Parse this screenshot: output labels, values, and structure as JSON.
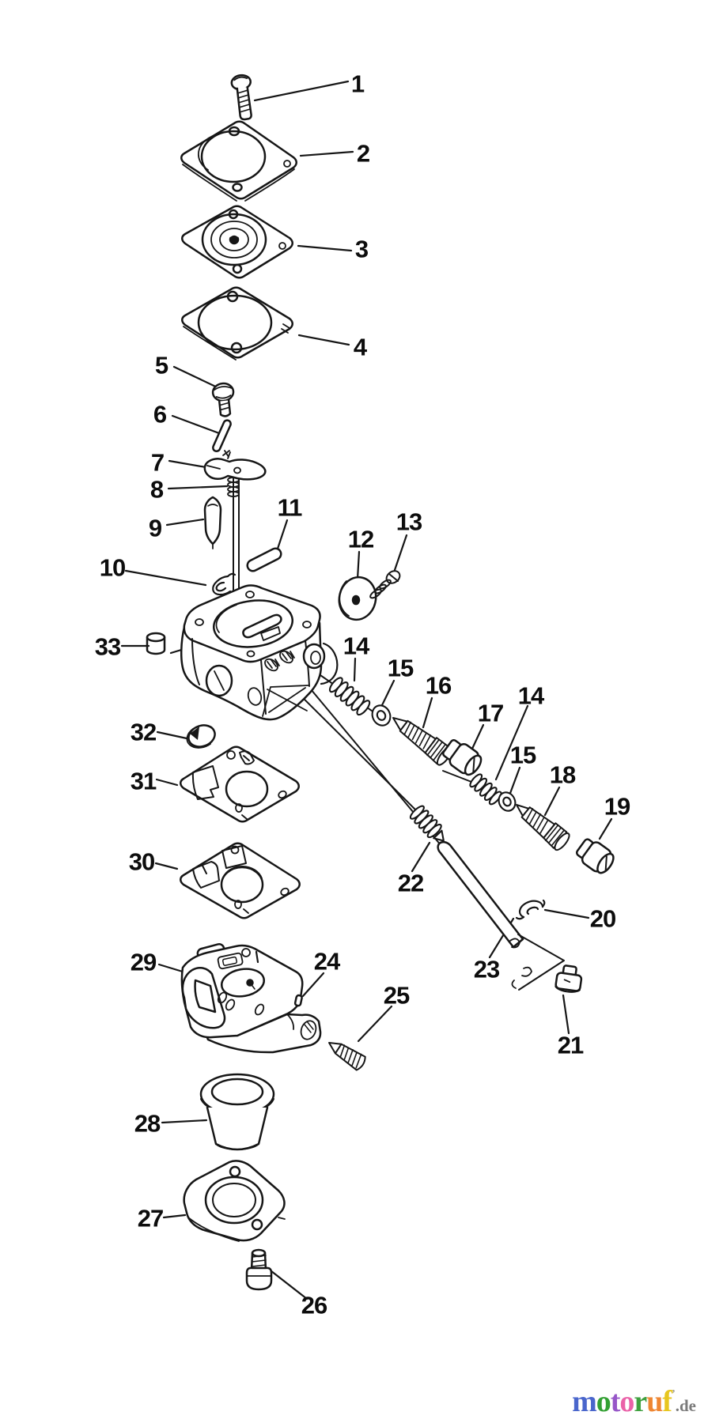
{
  "page": {
    "background": "#ffffff",
    "line_color": "#161616"
  },
  "diagram": {
    "type": "exploded-parts-diagram",
    "subject": "carburetor assembly",
    "callouts": [
      {
        "n": "1"
      },
      {
        "n": "2"
      },
      {
        "n": "3"
      },
      {
        "n": "4"
      },
      {
        "n": "5"
      },
      {
        "n": "6"
      },
      {
        "n": "7"
      },
      {
        "n": "8"
      },
      {
        "n": "9"
      },
      {
        "n": "10"
      },
      {
        "n": "11"
      },
      {
        "n": "12"
      },
      {
        "n": "13"
      },
      {
        "n": "33"
      },
      {
        "n": "14"
      },
      {
        "n": "15"
      },
      {
        "n": "16"
      },
      {
        "n": "17"
      },
      {
        "n": "14"
      },
      {
        "n": "15"
      },
      {
        "n": "18"
      },
      {
        "n": "19"
      },
      {
        "n": "32"
      },
      {
        "n": "31"
      },
      {
        "n": "30"
      },
      {
        "n": "22"
      },
      {
        "n": "23"
      },
      {
        "n": "20"
      },
      {
        "n": "21"
      },
      {
        "n": "29"
      },
      {
        "n": "24"
      },
      {
        "n": "25"
      },
      {
        "n": "28"
      },
      {
        "n": "27"
      },
      {
        "n": "26"
      }
    ]
  },
  "watermark": {
    "letters": [
      {
        "ch": "m",
        "color": "#4a66cc"
      },
      {
        "ch": "o",
        "color": "#33a033"
      },
      {
        "ch": "t",
        "color": "#9757c8"
      },
      {
        "ch": "o",
        "color": "#ea62a8"
      },
      {
        "ch": "r",
        "color": "#3fa03f"
      },
      {
        "ch": "u",
        "color": "#ef8632"
      },
      {
        "ch": "f",
        "color": "#e7c61f"
      }
    ],
    "mark": "’",
    "suffix": ".de",
    "suffix_color": "#7a7a7a"
  }
}
